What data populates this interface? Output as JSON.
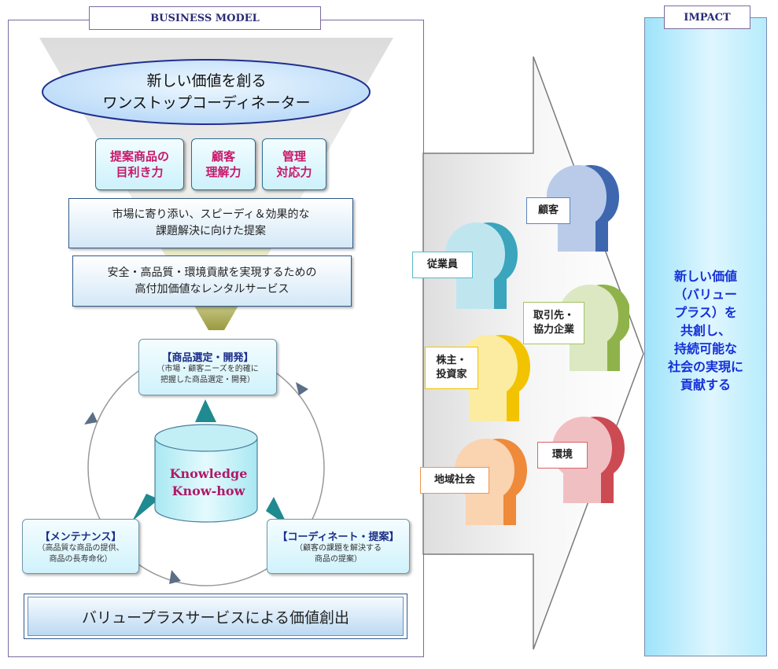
{
  "business_model": {
    "tab_label": "BUSINESS MODEL",
    "headline_line1": "新しい価値を創る",
    "headline_line2": "ワンストップコーディネーター",
    "capabilities": [
      {
        "label": "提案商品の\n目利き力"
      },
      {
        "label": "顧客\n理解力"
      },
      {
        "label": "管理\n対応力"
      }
    ],
    "proposal_line1": "市場に寄り添い、スピーディ＆効果的な",
    "proposal_line2": "課題解決に向けた提案",
    "service_line1": "安全・高品質・環境貢献を実現するための",
    "service_line2": "高付加価値なレンタルサービス",
    "cycle": {
      "center_line1": "Knowledge",
      "center_line2": "Know-how",
      "product": {
        "title": "【商品選定・開発】",
        "sub": "（市場・顧客ニーズを的確に\n把握した商品選定・開発）"
      },
      "coordinate": {
        "title": "【コーディネート・提案】",
        "sub": "（顧客の課題を解決する\n商品の提案）"
      },
      "maintenance": {
        "title": "【メンテナンス】",
        "sub": "（高品質な商品の提供、\n商品の長寿命化）"
      }
    },
    "bottom_banner": "バリュープラスサービスによる価値創出"
  },
  "stakeholders": [
    {
      "label": "顧客",
      "color": "#5d84bf"
    },
    {
      "label": "従業員",
      "color": "#58b8cc"
    },
    {
      "label": "取引先・\n協力企業",
      "color": "#a3c263"
    },
    {
      "label": "株主・\n投資家",
      "color": "#f2c300"
    },
    {
      "label": "環境",
      "color": "#d9636a"
    },
    {
      "label": "地域社会",
      "color": "#f0954a"
    }
  ],
  "impact": {
    "tab_label": "IMPACT",
    "text": "新しい価値\n（バリュー\nプラス）を\n共創し、\n持続可能な\n社会の実現に\n貢献する"
  }
}
